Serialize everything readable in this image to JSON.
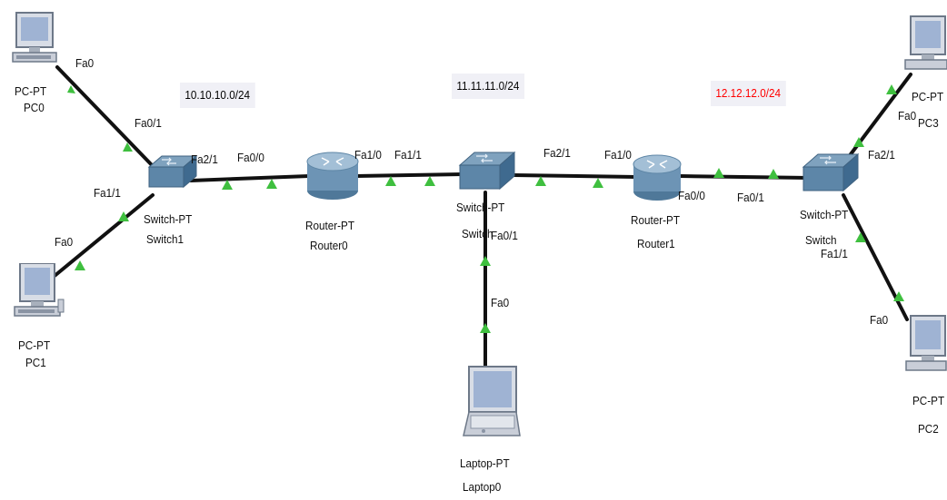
{
  "networks": {
    "net1": "10.10.10.0/24",
    "net2": "11.11.11.0/24",
    "net3": "12.12.12.0/24",
    "net3_color": "#ff0000"
  },
  "devices": {
    "pc0": {
      "type": "PC-PT",
      "name": "PC0",
      "icon": "pc-icon"
    },
    "pc1": {
      "type": "PC-PT",
      "name": "PC1",
      "icon": "pc-icon"
    },
    "pc2": {
      "type": "PC-PT",
      "name": "PC2",
      "icon": "pc-icon"
    },
    "pc3": {
      "type": "PC-PT",
      "name": "PC3",
      "icon": "pc-icon"
    },
    "switch1": {
      "type": "Switch-PT",
      "name": "Switch1",
      "icon": "switch-icon"
    },
    "switch_mid": {
      "type": "Switch-PT",
      "name": "Switch",
      "icon": "switch-icon"
    },
    "switch_right": {
      "type": "Switch-PT",
      "name": "Switch",
      "icon": "switch-icon"
    },
    "router0": {
      "type": "Router-PT",
      "name": "Router0",
      "icon": "router-icon"
    },
    "router1": {
      "type": "Router-PT",
      "name": "Router1",
      "icon": "router-icon"
    },
    "laptop0": {
      "type": "Laptop-PT",
      "name": "Laptop0",
      "icon": "laptop-icon"
    }
  },
  "ports": {
    "pc0_fa0": "Fa0",
    "sw1_fa0_1": "Fa0/1",
    "sw1_fa2_1": "Fa2/1",
    "sw1_fa1_1": "Fa1/1",
    "pc1_fa0": "Fa0",
    "r0_fa0_0": "Fa0/0",
    "r0_fa1_0": "Fa1/0",
    "swm_fa1_1": "Fa1/1",
    "swm_fa2_1": "Fa2/1",
    "swm_fa0_1": "Fa0/1",
    "laptop_fa0": "Fa0",
    "r1_fa1_0": "Fa1/0",
    "r1_fa0_0": "Fa0/0",
    "swr_fa0_1": "Fa0/1",
    "swr_fa2_1": "Fa2/1",
    "swr_fa1_1": "Fa1/1",
    "pc3_fa0": "Fa0",
    "pc2_fa0": "Fa0"
  },
  "colors": {
    "link": "#111111",
    "link_indicator": "#3fbf3f",
    "label_bg": "#f0f0f6"
  }
}
